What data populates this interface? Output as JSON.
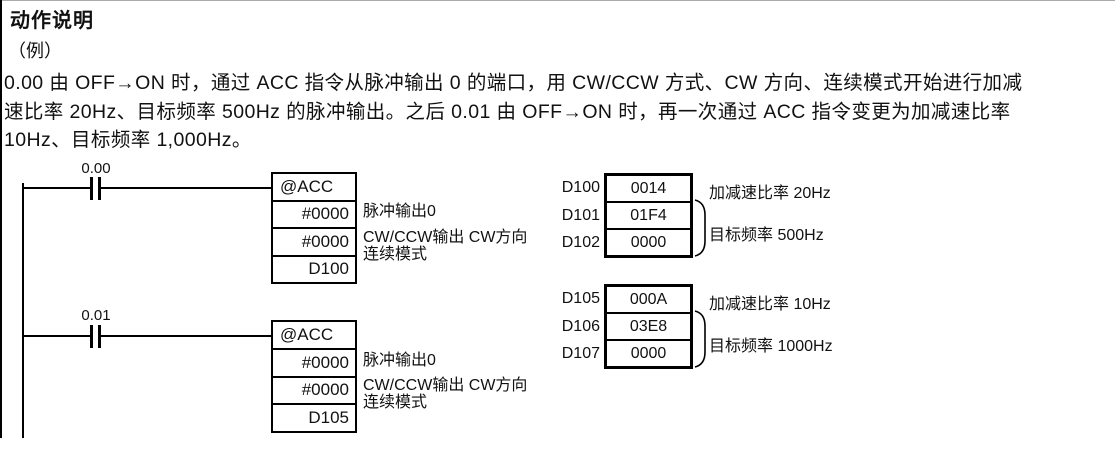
{
  "document": {
    "title": "动作说明",
    "example_label": "（例）",
    "description_lines": [
      "0.00 由 OFF→ON 时，通过 ACC 指令从脉冲输出 0 的端口，用 CW/CCW 方式、CW 方向、连续模式开始进行加减",
      "速比率 20Hz、目标频率 500Hz 的脉冲输出。之后 0.01 由 OFF→ON 时，再一次通过 ACC 指令变更为加减速比率",
      "10Hz、目标频率 1,000Hz。"
    ]
  },
  "ladder": {
    "rungs": [
      {
        "contact_label": "0.00",
        "instruction": "@ACC",
        "operand1": "#0000",
        "operand2": "#0000",
        "operand3": "D100",
        "annotation1": "脉冲输出0",
        "annotation2": "CW/CCW输出 CW方向",
        "annotation3": "连续模式"
      },
      {
        "contact_label": "0.01",
        "instruction": "@ACC",
        "operand1": "#0000",
        "operand2": "#0000",
        "operand3": "D105",
        "annotation1": "脉冲输出0",
        "annotation2": "CW/CCW输出 CW方向",
        "annotation3": "连续模式"
      }
    ]
  },
  "memory_tables": [
    {
      "rows": [
        {
          "address": "D100",
          "value": "0014"
        },
        {
          "address": "D101",
          "value": "01F4"
        },
        {
          "address": "D102",
          "value": "0000"
        }
      ],
      "row1_label": "加减速比率 20Hz",
      "brace_label": "目标频率 500Hz"
    },
    {
      "rows": [
        {
          "address": "D105",
          "value": "000A"
        },
        {
          "address": "D106",
          "value": "03E8"
        },
        {
          "address": "D107",
          "value": "0000"
        }
      ],
      "row1_label": "加减速比率 10Hz",
      "brace_label": "目标频率 1000Hz"
    }
  ],
  "colors": {
    "line": "#000000",
    "text": "#111111",
    "background": "#ffffff"
  }
}
